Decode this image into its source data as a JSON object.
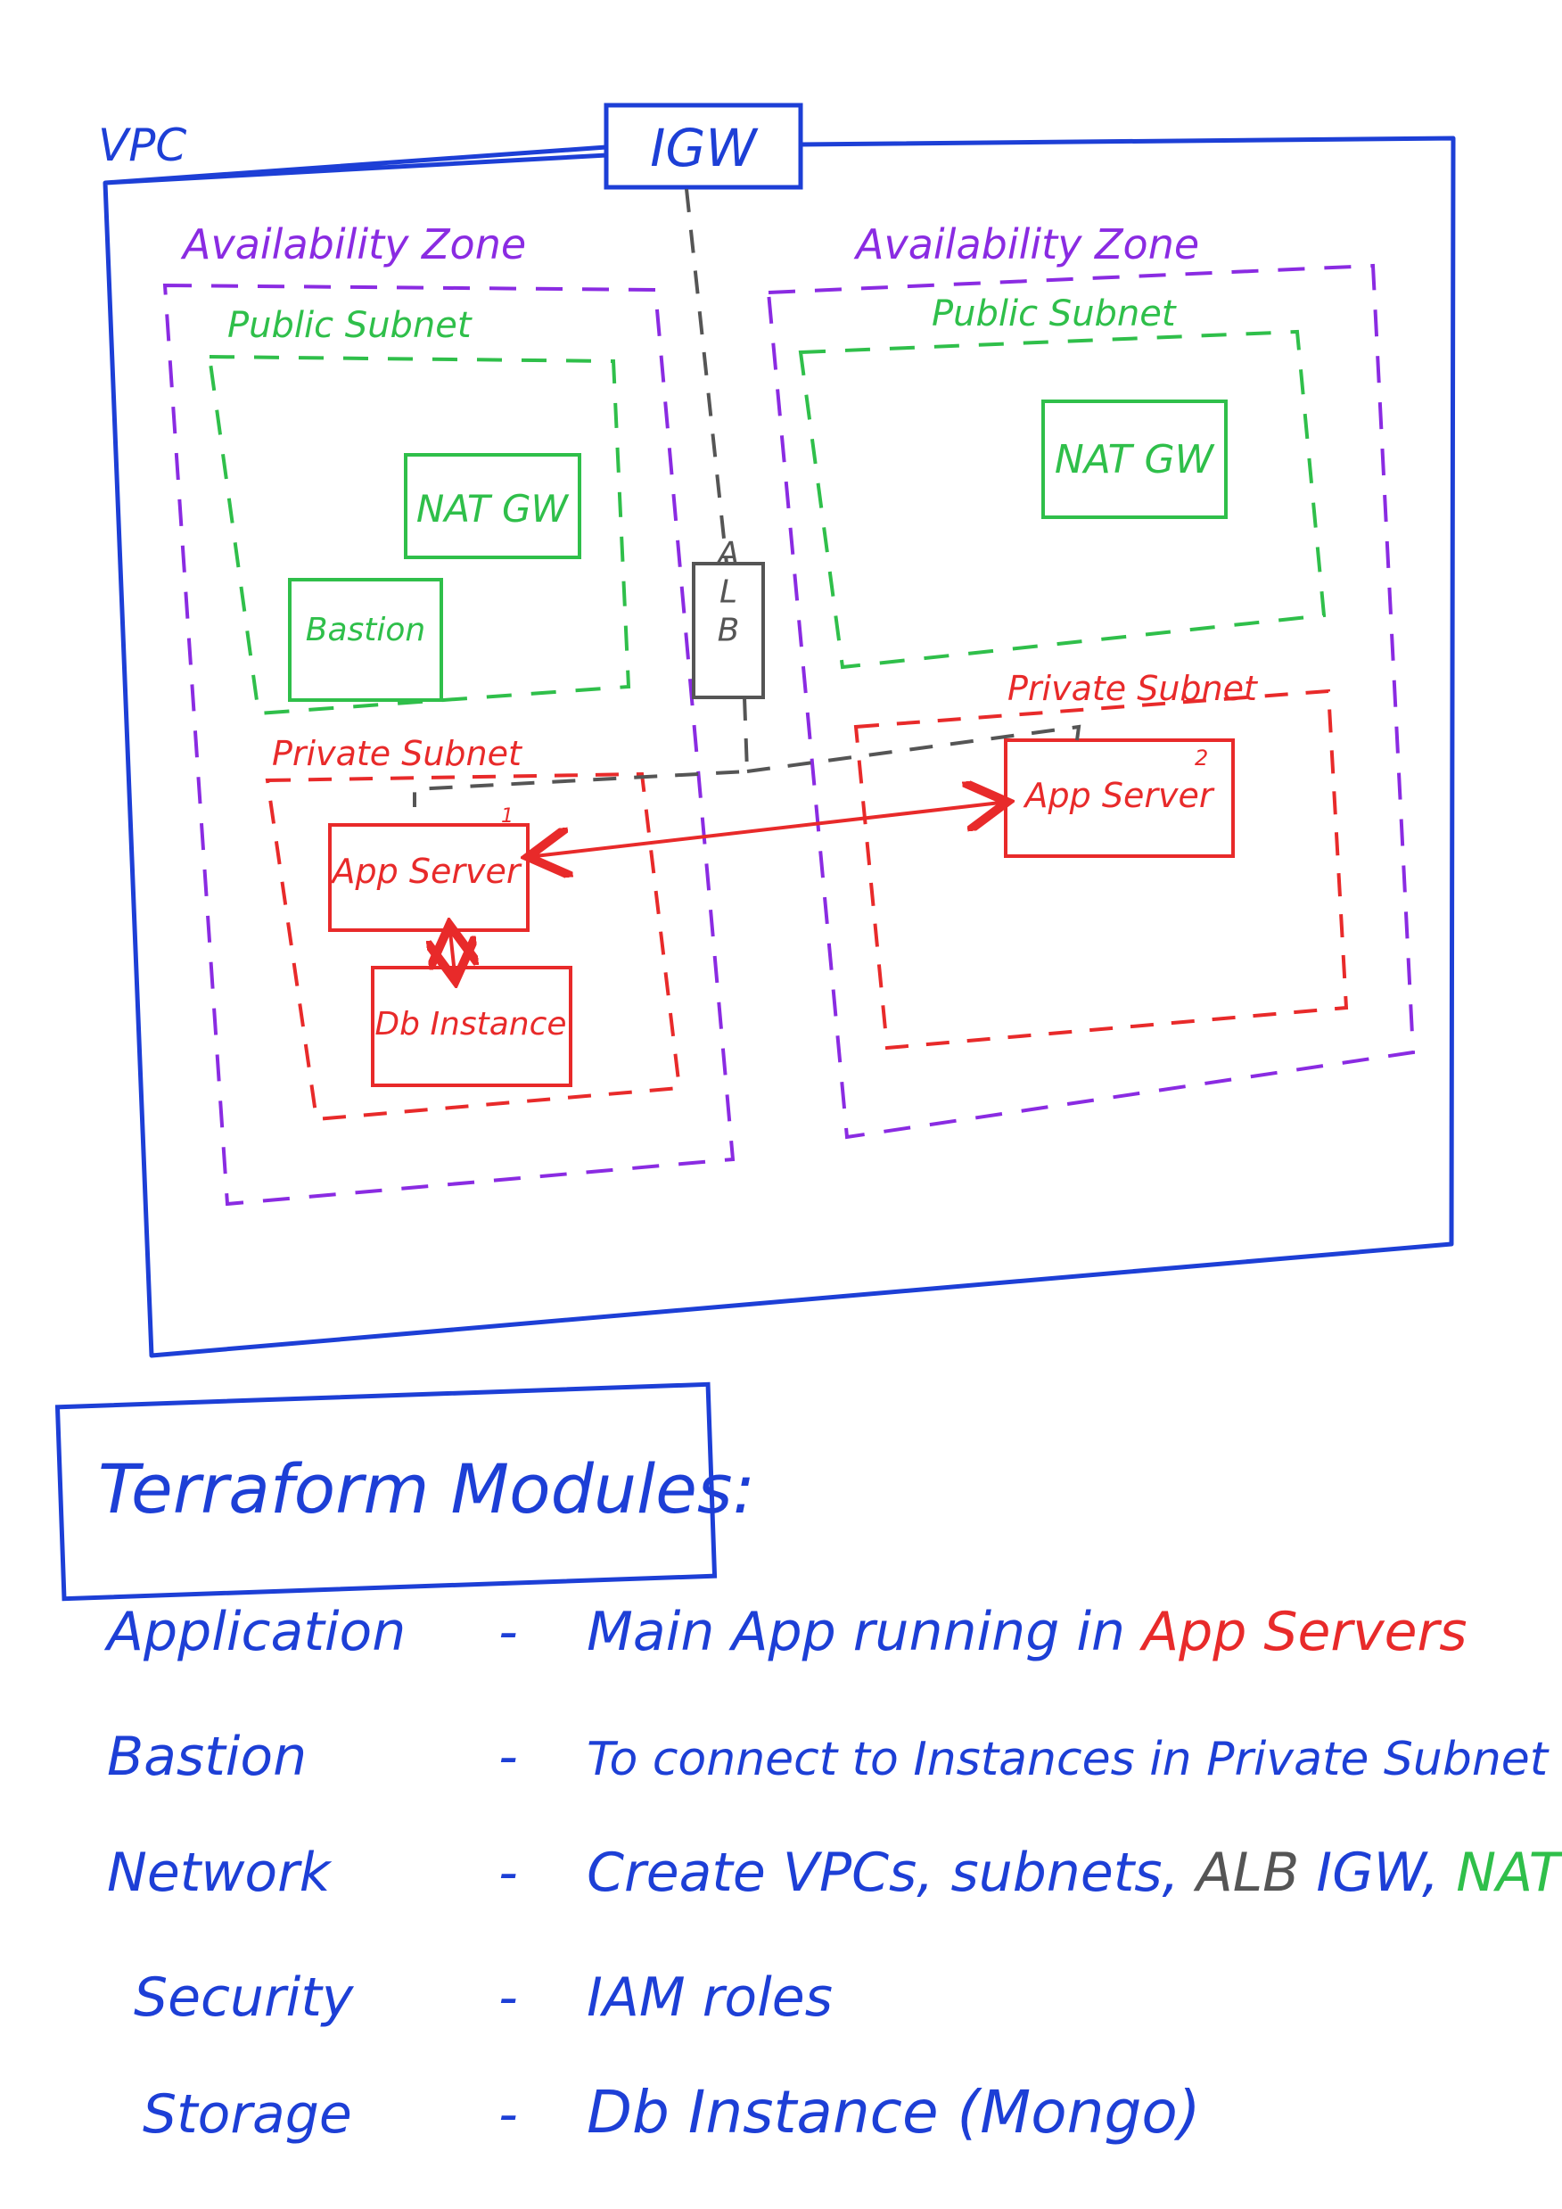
{
  "diagram": {
    "vpc_label": "VPC",
    "igw_label": "IGW",
    "alb_label": "ALB",
    "az_left_label": "Availability Zone",
    "az_right_label": "Availability Zone",
    "public_subnet_left_label": "Public Subnet",
    "public_subnet_right_label": "Public Subnet",
    "private_subnet_left_label": "Private Subnet",
    "private_subnet_right_label": "Private Subnet",
    "nat_gw_left_label": "NAT GW",
    "nat_gw_right_label": "NAT GW",
    "bastion_label": "Bastion",
    "app_server_left_label": "App Server",
    "app_server_left_index": "1",
    "app_server_right_label": "App Server",
    "app_server_right_index": "2",
    "db_instance_label": "Db Instance"
  },
  "colors": {
    "vpc": "#1d3fd6",
    "az": "#8a2be2",
    "public": "#2fbf4a",
    "private": "#e82a2a",
    "alb": "#555555"
  },
  "legend": {
    "title": "Terraform Modules:",
    "rows": [
      {
        "name": "Application",
        "dash": "-",
        "parts": [
          {
            "text": "Main App running in ",
            "color": "#1d3fd6"
          },
          {
            "text": "App Servers",
            "color": "#e82a2a"
          }
        ]
      },
      {
        "name": "Bastion",
        "dash": "-",
        "parts": [
          {
            "text": "To connect to Instances in Private Subnet",
            "color": "#1d3fd6"
          }
        ]
      },
      {
        "name": "Network",
        "dash": "-",
        "parts": [
          {
            "text": "Create VPCs, subnets, ",
            "color": "#1d3fd6"
          },
          {
            "text": "ALB",
            "color": "#555555"
          },
          {
            "text": " IGW, ",
            "color": "#1d3fd6"
          },
          {
            "text": "NAT",
            "color": "#2fbf4a"
          }
        ]
      },
      {
        "name": "Security",
        "dash": "-",
        "parts": [
          {
            "text": "IAM roles",
            "color": "#1d3fd6"
          }
        ]
      },
      {
        "name": "Storage",
        "dash": "-",
        "parts": [
          {
            "text": "Db Instance (Mongo)",
            "color": "#1d3fd6"
          }
        ]
      }
    ]
  }
}
